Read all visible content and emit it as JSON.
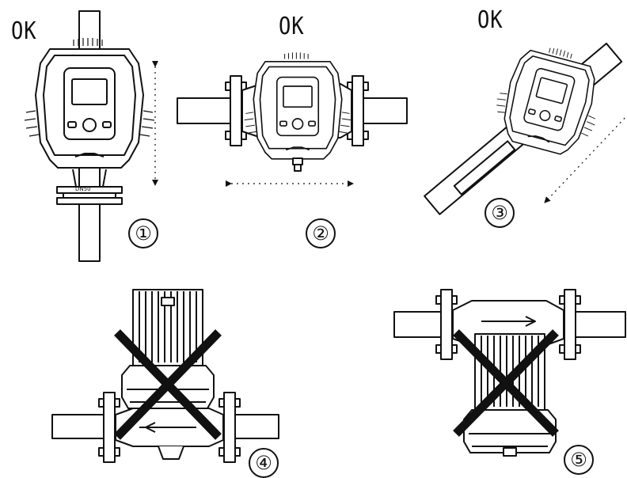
{
  "ok_labels": [
    "OK",
    "OK",
    "OK"
  ],
  "position_numbers": [
    "①",
    "②",
    "③",
    "④",
    "⑤"
  ],
  "flange_label": "DN50"
}
